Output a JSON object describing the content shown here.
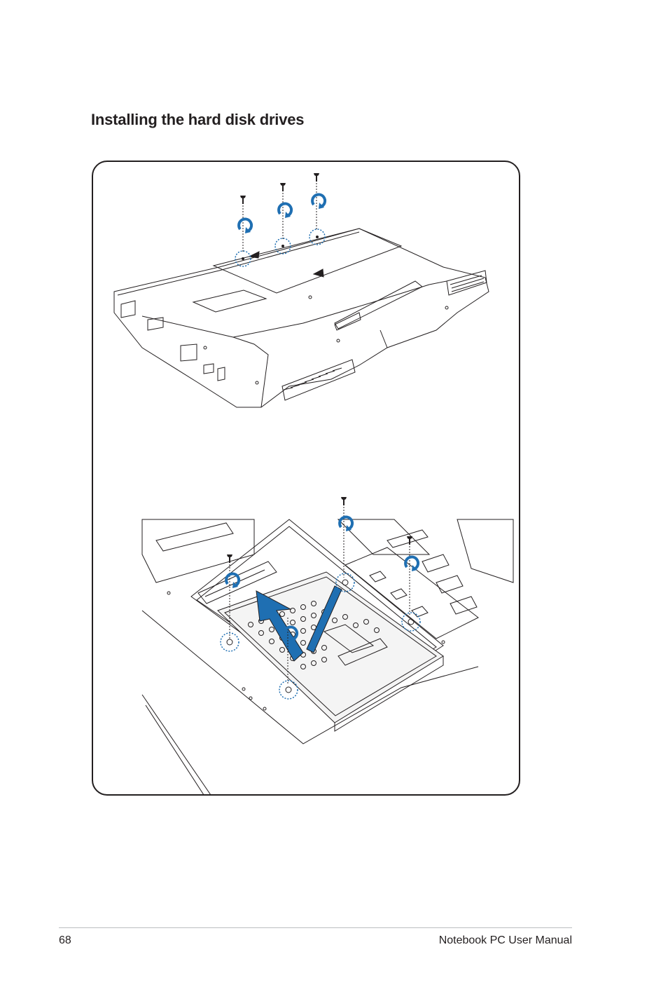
{
  "section": {
    "title": "Installing the hard disk drives"
  },
  "illustration": {
    "top_panel": "laptop-underside-hdd-cover",
    "bottom_panel": "hdd-bay-install",
    "icons": [
      "screw-icon",
      "rotate-arrow-icon",
      "slide-arrow-icon"
    ],
    "accent_color": "#1f6fb2",
    "line_color": "#231f20"
  },
  "footer": {
    "page_number": "68",
    "manual_title": "Notebook PC User Manual"
  }
}
